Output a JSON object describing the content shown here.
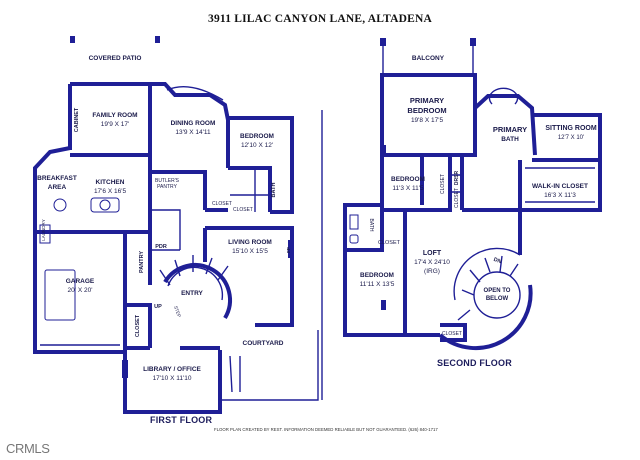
{
  "title": "3911 LILAC CANYON LANE, ALTADENA",
  "floors": {
    "first": "FIRST FLOOR",
    "second": "SECOND FLOOR"
  },
  "rooms_first": {
    "covered_patio": "COVERED PATIO",
    "family_room": {
      "name": "FAMILY ROOM",
      "dims": "19'9 X 17'"
    },
    "cabinet": "CABINET",
    "dining_room": {
      "name": "DINING ROOM",
      "dims": "13'9 X 14'11"
    },
    "bedroom": {
      "name": "BEDROOM",
      "dims": "12'10 X 12'"
    },
    "breakfast_area": {
      "name": "BREAKFAST",
      "name2": "AREA"
    },
    "kitchen": {
      "name": "KITCHEN",
      "dims": "17'6 X 16'5"
    },
    "butlers_pantry": {
      "name": "BUTLER'S",
      "name2": "PANTRY"
    },
    "bath": "BATH",
    "closet1": "CLOSET",
    "closet2": "CLOSET",
    "laundry": "LAUNDRY",
    "pdr": "PDR",
    "pantry": "PANTRY",
    "living_room": {
      "name": "LIVING ROOM",
      "dims": "15'10 X 15'5"
    },
    "fp": "FP",
    "garage": {
      "name": "GARAGE",
      "dims": "20' X 20'"
    },
    "entry": "ENTRY",
    "up": "UP",
    "step": "STEP",
    "closet3": "CLOSET",
    "courtyard": "COURTYARD",
    "library": {
      "name": "LIBRARY / OFFICE",
      "dims": "17'10 X 11'10"
    }
  },
  "rooms_second": {
    "balcony": "BALCONY",
    "primary_bedroom": {
      "name": "PRIMARY",
      "name2": "BEDROOM",
      "dims": "19'8 X 17'5"
    },
    "primary_bath": {
      "name": "PRIMARY",
      "name2": "BATH"
    },
    "sitting_room": {
      "name": "SITTING ROOM",
      "dims": "12'7 X 10'"
    },
    "walkin_closet": {
      "name": "WALK-IN CLOSET",
      "dims": "16'3 X 11'3"
    },
    "bedroom2": {
      "name": "BEDROOM",
      "dims": "11'3 X 11'5"
    },
    "closet_a": "CLOSET",
    "dresser": "DRSR",
    "closet_b": "CLOSET",
    "bath": "BATH",
    "closet_c": "CLOSET",
    "loft": {
      "name": "LOFT",
      "dims": "17'4 X 24'10",
      "note": "(IRG)"
    },
    "dn": "DN",
    "open_to_below": {
      "name": "OPEN TO",
      "name2": "BELOW"
    },
    "bedroom3": {
      "name": "BEDROOM",
      "dims": "11'11 X 13'5"
    },
    "closet_d": "CLOSET"
  },
  "disclaimer": "FLOOR PLAN CREATED BY REST. INFORMATION DEEMED RELIABLE BUT NOT GUARANTEED. (626) 840-1717",
  "watermark": "CRMLS"
}
